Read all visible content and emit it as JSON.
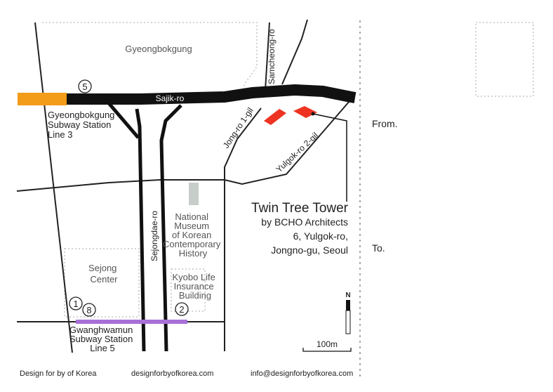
{
  "map": {
    "areas": {
      "palace": "Gyeongbokgung",
      "sejong_center": [
        "Sejong",
        "Center"
      ],
      "museum": [
        "National",
        "Museum",
        "of Korean",
        "Contemporary",
        "History"
      ],
      "kyobo": [
        "Kyobo Life",
        "Insurance",
        "Building"
      ]
    },
    "roads": {
      "sajik": "Sajik-ro",
      "samcheong": "Samcheong-ro",
      "jongro1": "Jong-ro 1-gil",
      "yulgok2": "Yulgok-ro 2-gil",
      "sejongdae": "Sejongdae-ro"
    },
    "stations": {
      "gyeongbokgung": [
        "Gyeongbokgung",
        "Subway Station",
        "Line 3"
      ],
      "gwanghwamun": [
        "Gwanghwamun",
        "Subway Station",
        "Line 5"
      ]
    },
    "exits": [
      "5",
      "1",
      "8",
      "2"
    ],
    "project": {
      "title": "Twin Tree Tower",
      "architect": "by BCHO Architects",
      "address_1": "6, Yulgok-ro,",
      "address_2": "Jongno-gu, Seoul"
    },
    "north": "N",
    "scale": "100m"
  },
  "card": {
    "from": "From.",
    "to": "To."
  },
  "footer": {
    "credit": "Design for by of Korea",
    "website": "designforbyofkorea.com",
    "email": "info@designforbyofkorea.com"
  },
  "colors": {
    "line3": "#f39c1a",
    "line5": "#a970d8",
    "building": "#ee3322",
    "museum_block": "#c7cdc9"
  }
}
